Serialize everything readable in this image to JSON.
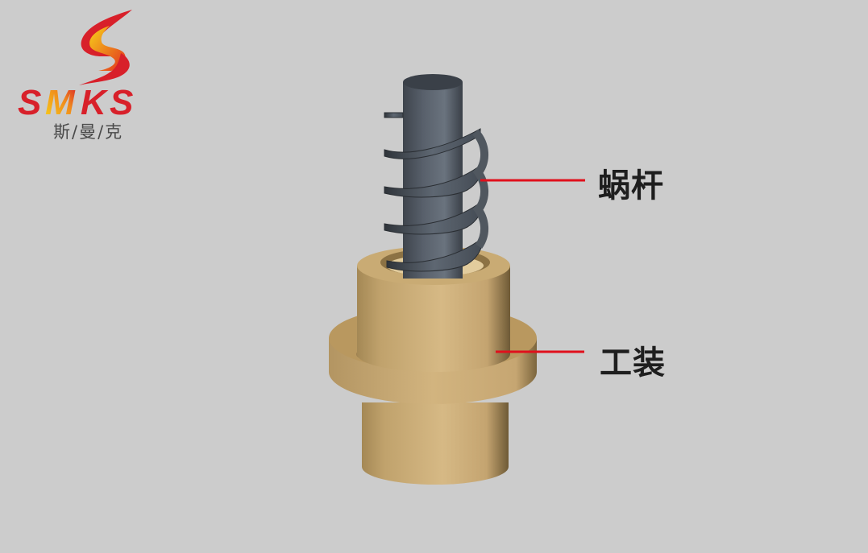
{
  "logo": {
    "brand_text": "SMKS",
    "chinese_text": "斯/曼/克",
    "colors": {
      "red": "#d8202a",
      "orange": "#f39a1e",
      "yellow": "#f7d21a"
    }
  },
  "diagram": {
    "components": [
      {
        "id": "worm",
        "label": "蜗杆",
        "color": "#4d5560"
      },
      {
        "id": "fixture",
        "label": "工装",
        "color": "#c8a96e"
      }
    ],
    "leader_line_color": "#e0101c",
    "background": "#cccccc"
  }
}
